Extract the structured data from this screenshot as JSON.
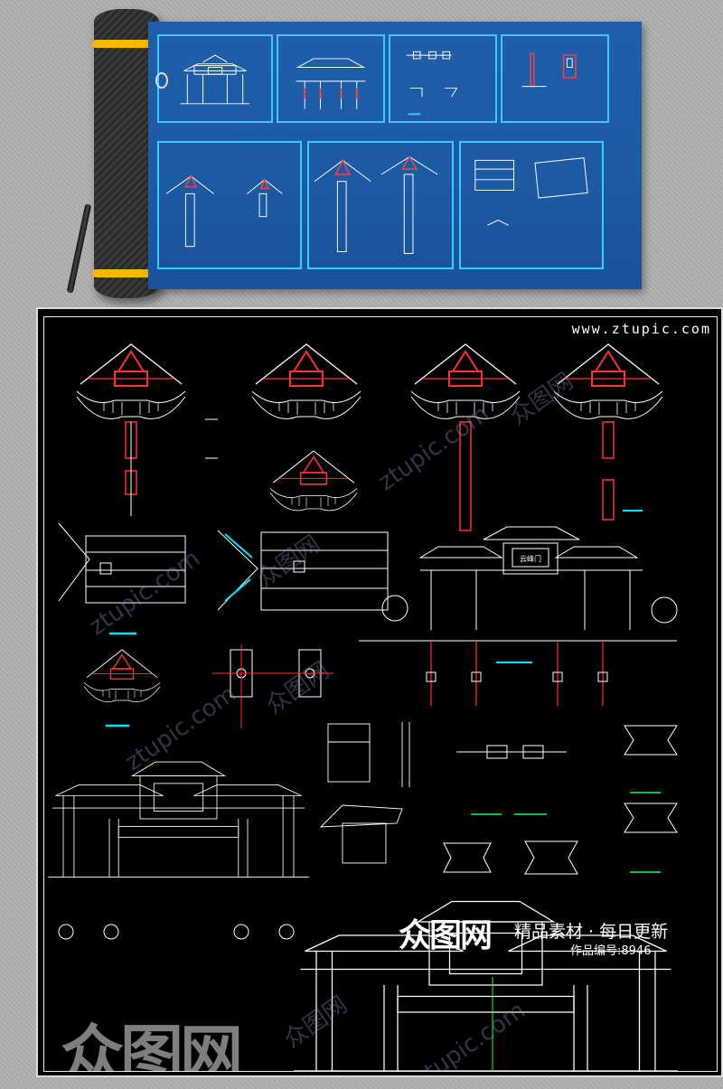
{
  "watermark_site": "www.ztupic.com",
  "watermark_text": "众图网",
  "watermark_domain": "ztupic.com",
  "promo": {
    "logo_text": "众图网",
    "slogan": "精品素材 · 每日更新",
    "work_id": "作品编号:8946"
  },
  "drawing": {
    "plaque_text": "云峰门"
  },
  "colors": {
    "sheet_blue": "#1c5aa3",
    "panel_frame": "#3fc7ff",
    "cad_bg": "#000000",
    "cad_line": "#ffffff",
    "cad_red": "#ff3030",
    "cad_cyan": "#00e5ff",
    "cad_green": "#00ff66",
    "roll_band": "#f6b800"
  }
}
